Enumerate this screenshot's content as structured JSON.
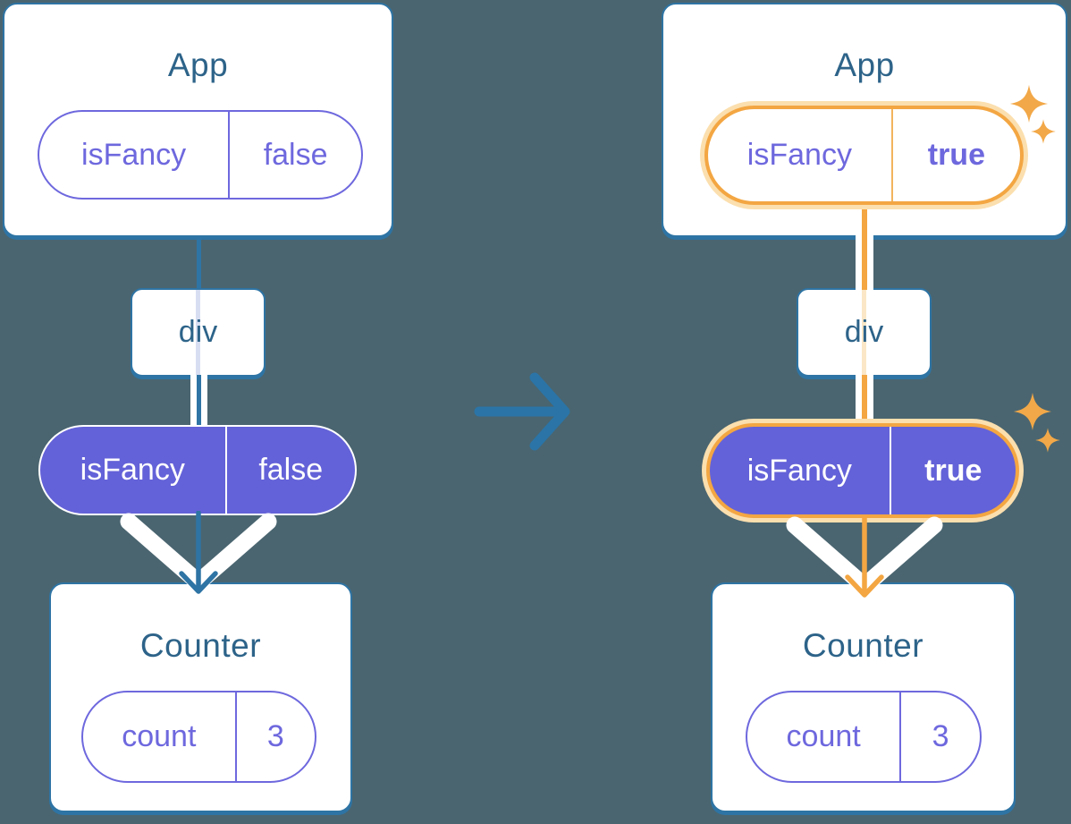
{
  "diagram_title": "React state update flow: isFancy prop passed from App through div to Counter",
  "trees": {
    "before": {
      "app_title": "App",
      "prop_name": "isFancy",
      "prop_value": "false",
      "div_label": "div",
      "passed_name": "isFancy",
      "passed_value": "false",
      "counter_title": "Counter",
      "state_name": "count",
      "state_value": "3"
    },
    "after": {
      "app_title": "App",
      "prop_name": "isFancy",
      "prop_value": "true",
      "div_label": "div",
      "passed_name": "isFancy",
      "passed_value": "true",
      "counter_title": "Counter",
      "state_name": "count",
      "state_value": "3"
    }
  },
  "icons": {
    "transition_arrow": "right-arrow-icon",
    "sparkle_large": "sparkle-icon",
    "sparkle_small": "sparkle-icon",
    "flow_arrow_down": "down-arrow-icon"
  },
  "colors": {
    "background": "#4a6570",
    "card_border": "#2e74a4",
    "title_text": "#2d6389",
    "purple_outline": "#6e68de",
    "purple_fill": "#6462d8",
    "lavender_pass_line": "#d8def2",
    "orange_highlight": "#f3a642",
    "orange_glow": "#fbdfae",
    "orange_faint_line": "#fbe7c7",
    "white": "#ffffff",
    "mid_arrow_blue": "#2a74a7"
  }
}
